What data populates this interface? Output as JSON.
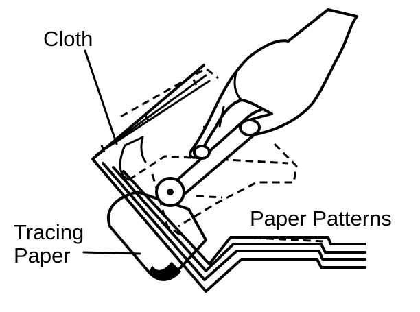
{
  "labels": {
    "cloth": "Cloth",
    "tracing_paper_line1": "Tracing",
    "tracing_paper_line2": "Paper",
    "paper_patterns": "Paper Patterns"
  },
  "colors": {
    "ink": "#000000",
    "background": "#ffffff"
  }
}
